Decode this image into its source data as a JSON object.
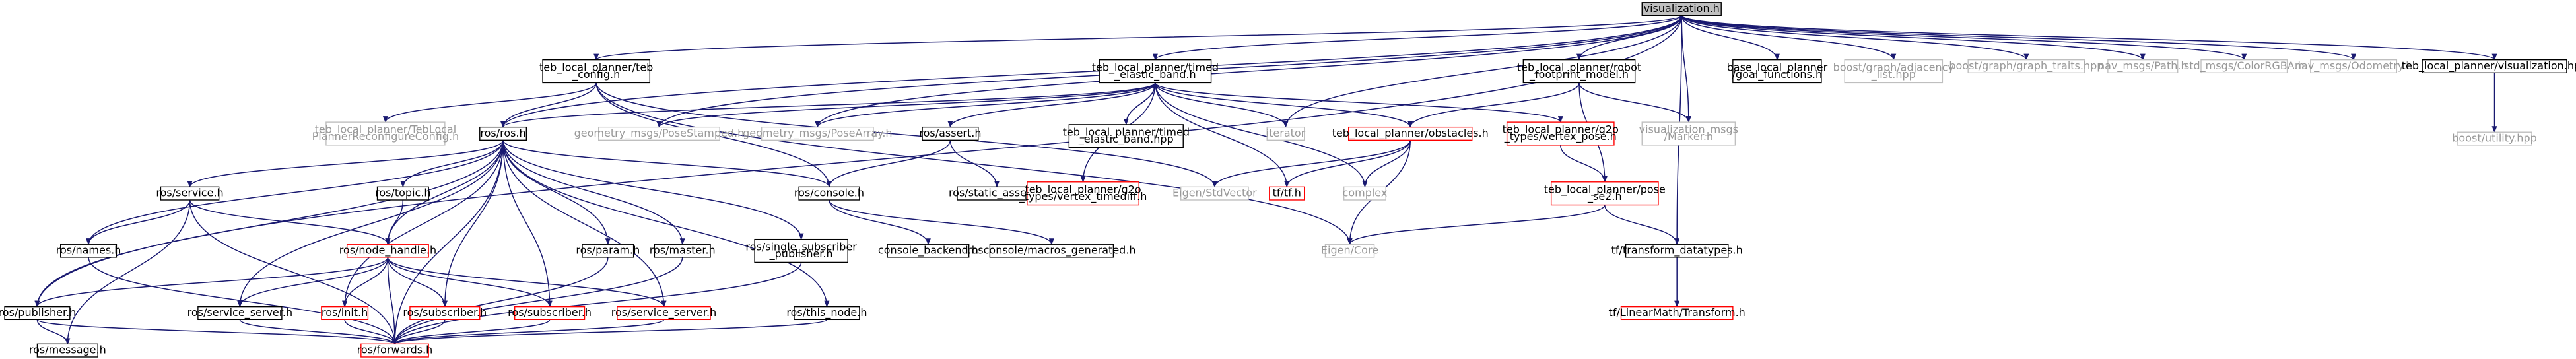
{
  "diagram": {
    "colors": {
      "edge": "#191970",
      "root_fill": "#bfbfbf",
      "normal_border": "#000000",
      "missing_border": "#bfbfbf",
      "red_border": "#ff0000",
      "text_normal": "#000000",
      "text_gray": "#999999"
    },
    "nodes": [
      {
        "id": "viz",
        "kind": "root",
        "lines": [
          "visualization.h"
        ]
      },
      {
        "id": "tebconfig",
        "kind": "normal",
        "lines": [
          "teb_local_planner/teb",
          "_config.h"
        ]
      },
      {
        "id": "timedband",
        "kind": "normal",
        "lines": [
          "teb_local_planner/timed",
          "_elastic_band.h"
        ]
      },
      {
        "id": "robotfp",
        "kind": "normal",
        "lines": [
          "teb_local_planner/robot",
          "_footprint_model.h"
        ]
      },
      {
        "id": "basefn",
        "kind": "normal",
        "lines": [
          "base_local_planner",
          "/goal_functions.h"
        ]
      },
      {
        "id": "adjlist",
        "kind": "missing",
        "lines": [
          "boost/graph/adjacency",
          "_list.hpp"
        ]
      },
      {
        "id": "graphtraits",
        "kind": "missing",
        "lines": [
          "boost/graph/graph_traits.hpp"
        ]
      },
      {
        "id": "navpath",
        "kind": "missing",
        "lines": [
          "nav_msgs/Path.h"
        ]
      },
      {
        "id": "colorrgba",
        "kind": "missing",
        "lines": [
          "std_msgs/ColorRGBA.h"
        ]
      },
      {
        "id": "odom",
        "kind": "missing",
        "lines": [
          "nav_msgs/Odometry.h"
        ]
      },
      {
        "id": "vizhpp",
        "kind": "normal",
        "lines": [
          "teb_local_planner/visualization.hpp"
        ]
      },
      {
        "id": "boostutil",
        "kind": "missing",
        "lines": [
          "boost/utility.hpp"
        ]
      },
      {
        "id": "recfg",
        "kind": "missing",
        "lines": [
          "teb_local_planner/TebLocal",
          "PlannerReconfigureConfig.h"
        ]
      },
      {
        "id": "rosh",
        "kind": "normal",
        "lines": [
          "ros/ros.h"
        ]
      },
      {
        "id": "posestamped",
        "kind": "missing",
        "lines": [
          "geometry_msgs/PoseStamped.h"
        ]
      },
      {
        "id": "posearray",
        "kind": "missing",
        "lines": [
          "geometry_msgs/PoseArray.h"
        ]
      },
      {
        "id": "assert",
        "kind": "normal",
        "lines": [
          "ros/assert.h"
        ]
      },
      {
        "id": "tbhpp",
        "kind": "normal",
        "lines": [
          "teb_local_planner/timed",
          "_elastic_band.hpp"
        ]
      },
      {
        "id": "iterator",
        "kind": "missing",
        "lines": [
          "iterator"
        ]
      },
      {
        "id": "obstacles",
        "kind": "red",
        "lines": [
          "teb_local_planner/obstacles.h"
        ]
      },
      {
        "id": "vertexpose",
        "kind": "red",
        "lines": [
          "teb_local_planner/g2o",
          "_types/vertex_pose.h"
        ]
      },
      {
        "id": "vizmarker",
        "kind": "missing",
        "lines": [
          "visualization_msgs",
          "/Marker.h"
        ]
      },
      {
        "id": "service",
        "kind": "normal",
        "lines": [
          "ros/service.h"
        ]
      },
      {
        "id": "topic",
        "kind": "normal",
        "lines": [
          "ros/topic.h"
        ]
      },
      {
        "id": "console",
        "kind": "normal",
        "lines": [
          "ros/console.h"
        ]
      },
      {
        "id": "staticassert",
        "kind": "normal",
        "lines": [
          "ros/static_assert.h"
        ]
      },
      {
        "id": "vtdiff",
        "kind": "red",
        "lines": [
          "teb_local_planner/g2o",
          "_types/vertex_timediff.h"
        ]
      },
      {
        "id": "stdvector",
        "kind": "missing",
        "lines": [
          "Eigen/StdVector"
        ]
      },
      {
        "id": "tftf",
        "kind": "red",
        "lines": [
          "tf/tf.h"
        ]
      },
      {
        "id": "complex",
        "kind": "missing",
        "lines": [
          "complex"
        ]
      },
      {
        "id": "posese2",
        "kind": "red",
        "lines": [
          "teb_local_planner/pose",
          "_se2.h"
        ]
      },
      {
        "id": "names",
        "kind": "normal",
        "lines": [
          "ros/names.h"
        ]
      },
      {
        "id": "nodehandle",
        "kind": "red",
        "lines": [
          "ros/node_handle.h"
        ]
      },
      {
        "id": "param",
        "kind": "normal",
        "lines": [
          "ros/param.h"
        ]
      },
      {
        "id": "master",
        "kind": "normal",
        "lines": [
          "ros/master.h"
        ]
      },
      {
        "id": "singlesub",
        "kind": "normal",
        "lines": [
          "ros/single_subscriber",
          "_publisher.h"
        ]
      },
      {
        "id": "consolebackend",
        "kind": "normal",
        "lines": [
          "console_backend.h"
        ]
      },
      {
        "id": "macrosgen",
        "kind": "normal",
        "lines": [
          "rosconsole/macros_generated.h"
        ]
      },
      {
        "id": "eigencore",
        "kind": "missing",
        "lines": [
          "Eigen/Core"
        ]
      },
      {
        "id": "tftransform",
        "kind": "normal",
        "lines": [
          "tf/transform_datatypes.h"
        ]
      },
      {
        "id": "publisher",
        "kind": "normal",
        "lines": [
          "ros/publisher.h"
        ]
      },
      {
        "id": "serviceserver1",
        "kind": "normal",
        "lines": [
          "ros/service_server.h"
        ]
      },
      {
        "id": "init",
        "kind": "red",
        "lines": [
          "ros/init.h"
        ]
      },
      {
        "id": "subscriber1",
        "kind": "red",
        "lines": [
          "ros/subscriber.h"
        ]
      },
      {
        "id": "subscriber2",
        "kind": "red",
        "lines": [
          "ros/subscriber.h"
        ]
      },
      {
        "id": "serviceserver2",
        "kind": "red",
        "lines": [
          "ros/service_server.h"
        ]
      },
      {
        "id": "thisnode",
        "kind": "normal",
        "lines": [
          "ros/this_node.h"
        ]
      },
      {
        "id": "lmtransform",
        "kind": "red",
        "lines": [
          "tf/LinearMath/Transform.h"
        ]
      },
      {
        "id": "message",
        "kind": "normal",
        "lines": [
          "ros/message.h"
        ]
      },
      {
        "id": "forwards",
        "kind": "red",
        "lines": [
          "ros/forwards.h"
        ]
      }
    ],
    "edges": [
      [
        "viz",
        "tebconfig"
      ],
      [
        "viz",
        "timedband"
      ],
      [
        "viz",
        "robotfp"
      ],
      [
        "viz",
        "basefn"
      ],
      [
        "viz",
        "adjlist"
      ],
      [
        "viz",
        "graphtraits"
      ],
      [
        "viz",
        "navpath"
      ],
      [
        "viz",
        "colorrgba"
      ],
      [
        "viz",
        "odom"
      ],
      [
        "viz",
        "vizhpp"
      ],
      [
        "viz",
        "posestamped"
      ],
      [
        "viz",
        "posearray"
      ],
      [
        "viz",
        "iterator"
      ],
      [
        "viz",
        "vizmarker"
      ],
      [
        "viz",
        "tftransform"
      ],
      [
        "viz",
        "publisher"
      ],
      [
        "viz",
        "rosh"
      ],
      [
        "vizhpp",
        "boostutil"
      ],
      [
        "tebconfig",
        "recfg"
      ],
      [
        "tebconfig",
        "rosh"
      ],
      [
        "tebconfig",
        "stdvector"
      ],
      [
        "tebconfig",
        "eigencore"
      ],
      [
        "tebconfig",
        "console"
      ],
      [
        "timedband",
        "rosh"
      ],
      [
        "timedband",
        "posestamped"
      ],
      [
        "timedband",
        "posearray"
      ],
      [
        "timedband",
        "assert"
      ],
      [
        "timedband",
        "tbhpp"
      ],
      [
        "timedband",
        "iterator"
      ],
      [
        "timedband",
        "obstacles"
      ],
      [
        "timedband",
        "vertexpose"
      ],
      [
        "timedband",
        "vtdiff"
      ],
      [
        "timedband",
        "tftf"
      ],
      [
        "timedband",
        "complex"
      ],
      [
        "tbhpp",
        "timedband"
      ],
      [
        "robotfp",
        "obstacles"
      ],
      [
        "robotfp",
        "vizmarker"
      ],
      [
        "robotfp",
        "posese2"
      ],
      [
        "obstacles",
        "stdvector"
      ],
      [
        "obstacles",
        "tftf"
      ],
      [
        "obstacles",
        "complex"
      ],
      [
        "obstacles",
        "eigencore"
      ],
      [
        "vertexpose",
        "posese2"
      ],
      [
        "posese2",
        "eigencore"
      ],
      [
        "posese2",
        "tftransform"
      ],
      [
        "tftransform",
        "lmtransform"
      ],
      [
        "assert",
        "console"
      ],
      [
        "assert",
        "staticassert"
      ],
      [
        "console",
        "consolebackend"
      ],
      [
        "console",
        "macrosgen"
      ],
      [
        "rosh",
        "service"
      ],
      [
        "rosh",
        "topic"
      ],
      [
        "rosh",
        "names"
      ],
      [
        "rosh",
        "nodehandle"
      ],
      [
        "rosh",
        "param"
      ],
      [
        "rosh",
        "master"
      ],
      [
        "rosh",
        "singlesub"
      ],
      [
        "rosh",
        "console"
      ],
      [
        "rosh",
        "publisher"
      ],
      [
        "rosh",
        "serviceserver1"
      ],
      [
        "rosh",
        "init"
      ],
      [
        "rosh",
        "subscriber1"
      ],
      [
        "rosh",
        "subscriber2"
      ],
      [
        "rosh",
        "serviceserver2"
      ],
      [
        "rosh",
        "thisnode"
      ],
      [
        "rosh",
        "forwards"
      ],
      [
        "service",
        "names"
      ],
      [
        "service",
        "message"
      ],
      [
        "service",
        "forwards"
      ],
      [
        "service",
        "nodehandle"
      ],
      [
        "topic",
        "nodehandle"
      ],
      [
        "names",
        "forwards"
      ],
      [
        "nodehandle",
        "publisher"
      ],
      [
        "nodehandle",
        "serviceserver1"
      ],
      [
        "nodehandle",
        "init"
      ],
      [
        "nodehandle",
        "subscriber1"
      ],
      [
        "nodehandle",
        "subscriber2"
      ],
      [
        "nodehandle",
        "serviceserver2"
      ],
      [
        "nodehandle",
        "forwards"
      ],
      [
        "param",
        "forwards"
      ],
      [
        "master",
        "forwards"
      ],
      [
        "singlesub",
        "forwards"
      ],
      [
        "thisnode",
        "forwards"
      ],
      [
        "publisher",
        "message"
      ],
      [
        "publisher",
        "forwards"
      ],
      [
        "serviceserver1",
        "forwards"
      ],
      [
        "init",
        "forwards"
      ],
      [
        "subscriber1",
        "forwards"
      ],
      [
        "subscriber2",
        "forwards"
      ],
      [
        "serviceserver2",
        "forwards"
      ]
    ]
  }
}
